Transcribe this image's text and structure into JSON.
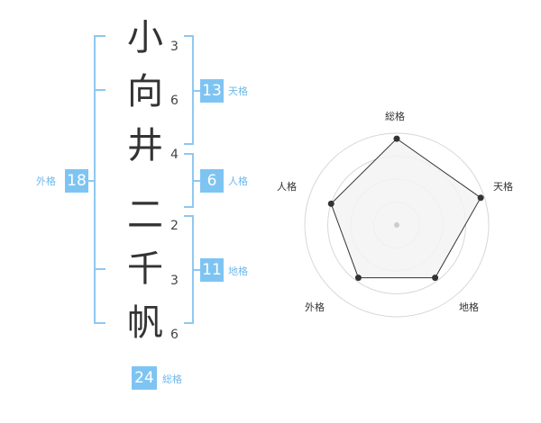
{
  "name": {
    "characters": [
      {
        "char": "小",
        "strokes": "3"
      },
      {
        "char": "向",
        "strokes": "6"
      },
      {
        "char": "井",
        "strokes": "4"
      },
      {
        "char": "二",
        "strokes": "2"
      },
      {
        "char": "千",
        "strokes": "3"
      },
      {
        "char": "帆",
        "strokes": "6"
      }
    ]
  },
  "kaku": {
    "tenkaku": {
      "value": "13",
      "label": "天格"
    },
    "jinkaku": {
      "value": "6",
      "label": "人格"
    },
    "chikaku": {
      "value": "11",
      "label": "地格"
    },
    "gaikaku": {
      "value": "18",
      "label": "外格"
    },
    "soukaku": {
      "value": "24",
      "label": "総格"
    }
  },
  "radar": {
    "labels": [
      "総格",
      "天格",
      "地格",
      "外格",
      "人格"
    ],
    "levels": 4,
    "values": [
      0.94,
      0.96,
      0.71,
      0.71,
      0.75
    ],
    "colors": {
      "fill": "#f3f3f3",
      "stroke": "#333333",
      "grid": "#d8d8d8",
      "center": "#cccccc"
    }
  },
  "colors": {
    "accent": "#7ec4f2",
    "bracket": "#8ec8f0"
  }
}
